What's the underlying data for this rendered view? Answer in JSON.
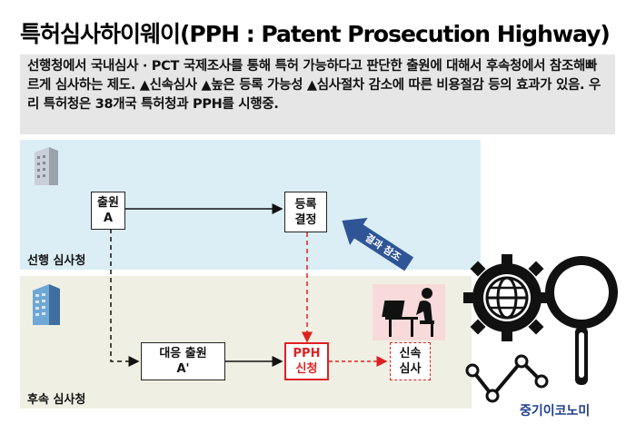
{
  "title": "특허심사하이웨이(PPH : Patent Prosecution Highway)",
  "description": "선행청에서 국내심사 · PCT 국제조사를 통해 특허 가능하다고 판단한 출원에 대해서 후속청에서 참조해빠르게 심사하는 제도. ▲신속심사 ▲높은 등록 가능성 ▲심사절차 감소에 따른 비용절감 등의 효과가 있음. 우리 특허청은 38개국 특허청과 PPH를 시행중.",
  "diagram": {
    "first_office_label": "선행 심사청",
    "later_office_label": "후속 심사청",
    "nodes": {
      "application_a": {
        "line1": "출원",
        "line2": "A"
      },
      "registration": {
        "line1": "등록",
        "line2": "결정"
      },
      "corresponding_application": {
        "line1": "대응 출원",
        "line2": "A'"
      },
      "pph_request": {
        "line1": "PPH",
        "line2": "신청"
      },
      "accelerated_exam": {
        "line1": "신속",
        "line2": "심사"
      }
    },
    "reference_arrow_label": "결과 참조"
  },
  "brand": "중기이코노미",
  "colors": {
    "first_office_bg": "#dbeef5",
    "later_office_bg": "#eff0e3",
    "highlight_red": "#e02020",
    "arrow_blue": "#2f5597",
    "brand_blue": "#1f3f8f"
  },
  "icons": [
    "building-icon",
    "building-icon",
    "worker-at-desk-icon",
    "globe-gear-icon",
    "magnifier-icon",
    "line-graph-icon"
  ]
}
